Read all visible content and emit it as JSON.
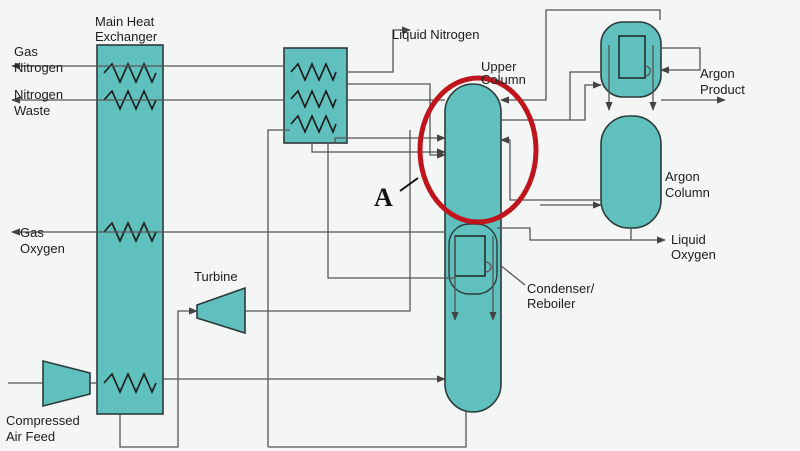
{
  "labels": {
    "main_hx": [
      "Main Heat",
      "Exchanger"
    ],
    "gas_nitrogen": [
      "Gas",
      "Nitrogen"
    ],
    "nitrogen_waste": [
      "Nitrogen",
      "Waste"
    ],
    "gas_oxygen": [
      "Gas",
      "Oxygen"
    ],
    "compressed_air": [
      "Compressed",
      "Air Feed"
    ],
    "turbine": "Turbine",
    "liquid_nitrogen": "Liquid Nitrogen",
    "upper_column": [
      "Upper",
      "Column"
    ],
    "argon_product": [
      "Argon",
      "Product"
    ],
    "argon_column": [
      "Argon",
      "Column"
    ],
    "liquid_oxygen": [
      "Liquid",
      "Oxygen"
    ],
    "condenser": [
      "Condenser/",
      "Reboiler"
    ],
    "marker": "A"
  },
  "colors": {
    "equipment": "#5fc0bd",
    "highlight": "#c0141c",
    "lines": "#555555"
  }
}
